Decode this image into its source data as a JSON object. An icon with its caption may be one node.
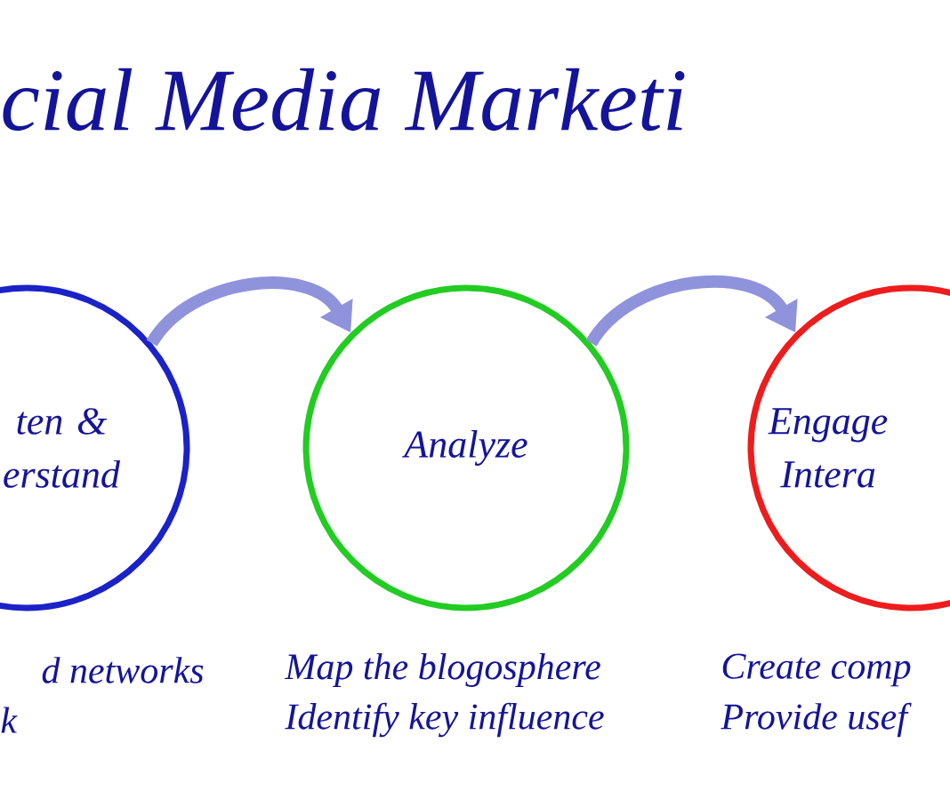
{
  "diagram": {
    "title": "cial Media Marketi",
    "nodes": [
      {
        "text": [
          "ten & erstand"
        ],
        "beside": [
          "d networks",
          "k"
        ]
      },
      {
        "text": [
          "Analyze"
        ],
        "beside": [
          "Map the blogosphere",
          "Identify key influence"
        ]
      },
      {
        "text": [
          "Engage Intera"
        ],
        "beside": [
          "Create comp",
          "Provide usef"
        ]
      }
    ],
    "edges": [
      {
        "from": 0,
        "to": 1,
        "arrow": "to"
      },
      {
        "from": 1,
        "to": 2,
        "arrow": "to"
      }
    ]
  }
}
